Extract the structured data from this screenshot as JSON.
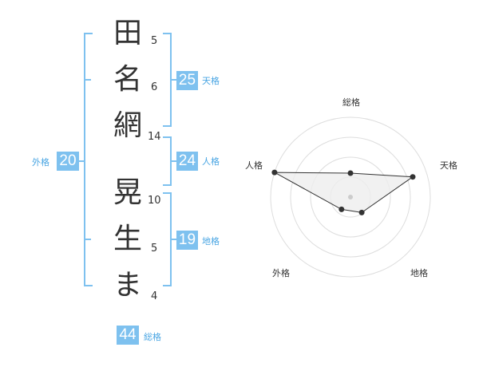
{
  "chars": [
    {
      "char": "田",
      "strokes": "5"
    },
    {
      "char": "名",
      "strokes": "6"
    },
    {
      "char": "網",
      "strokes": "14"
    },
    {
      "char": "晃",
      "strokes": "10"
    },
    {
      "char": "生",
      "strokes": "5"
    },
    {
      "char": "ま",
      "strokes": "4"
    }
  ],
  "kaku": {
    "tenkaku": {
      "value": "25",
      "label": "天格"
    },
    "jinkaku": {
      "value": "24",
      "label": "人格"
    },
    "chikaku": {
      "value": "19",
      "label": "地格"
    },
    "gaikaku": {
      "value": "20",
      "label": "外格"
    },
    "soukaku": {
      "value": "44",
      "label": "総格"
    }
  },
  "chart_data": {
    "type": "radar",
    "axes": [
      "総格",
      "天格",
      "地格",
      "外格",
      "人格"
    ],
    "values": [
      0.3,
      0.82,
      0.24,
      0.19,
      1.0
    ],
    "range": [
      0,
      1
    ],
    "rings": 4,
    "colors": {
      "fill": "#eeeeee",
      "stroke": "#333333",
      "ring": "#dddddd",
      "center": "#cccccc"
    }
  },
  "colors": {
    "accent": "#7ec1ef",
    "label": "#49a5e3",
    "text": "#333333"
  }
}
